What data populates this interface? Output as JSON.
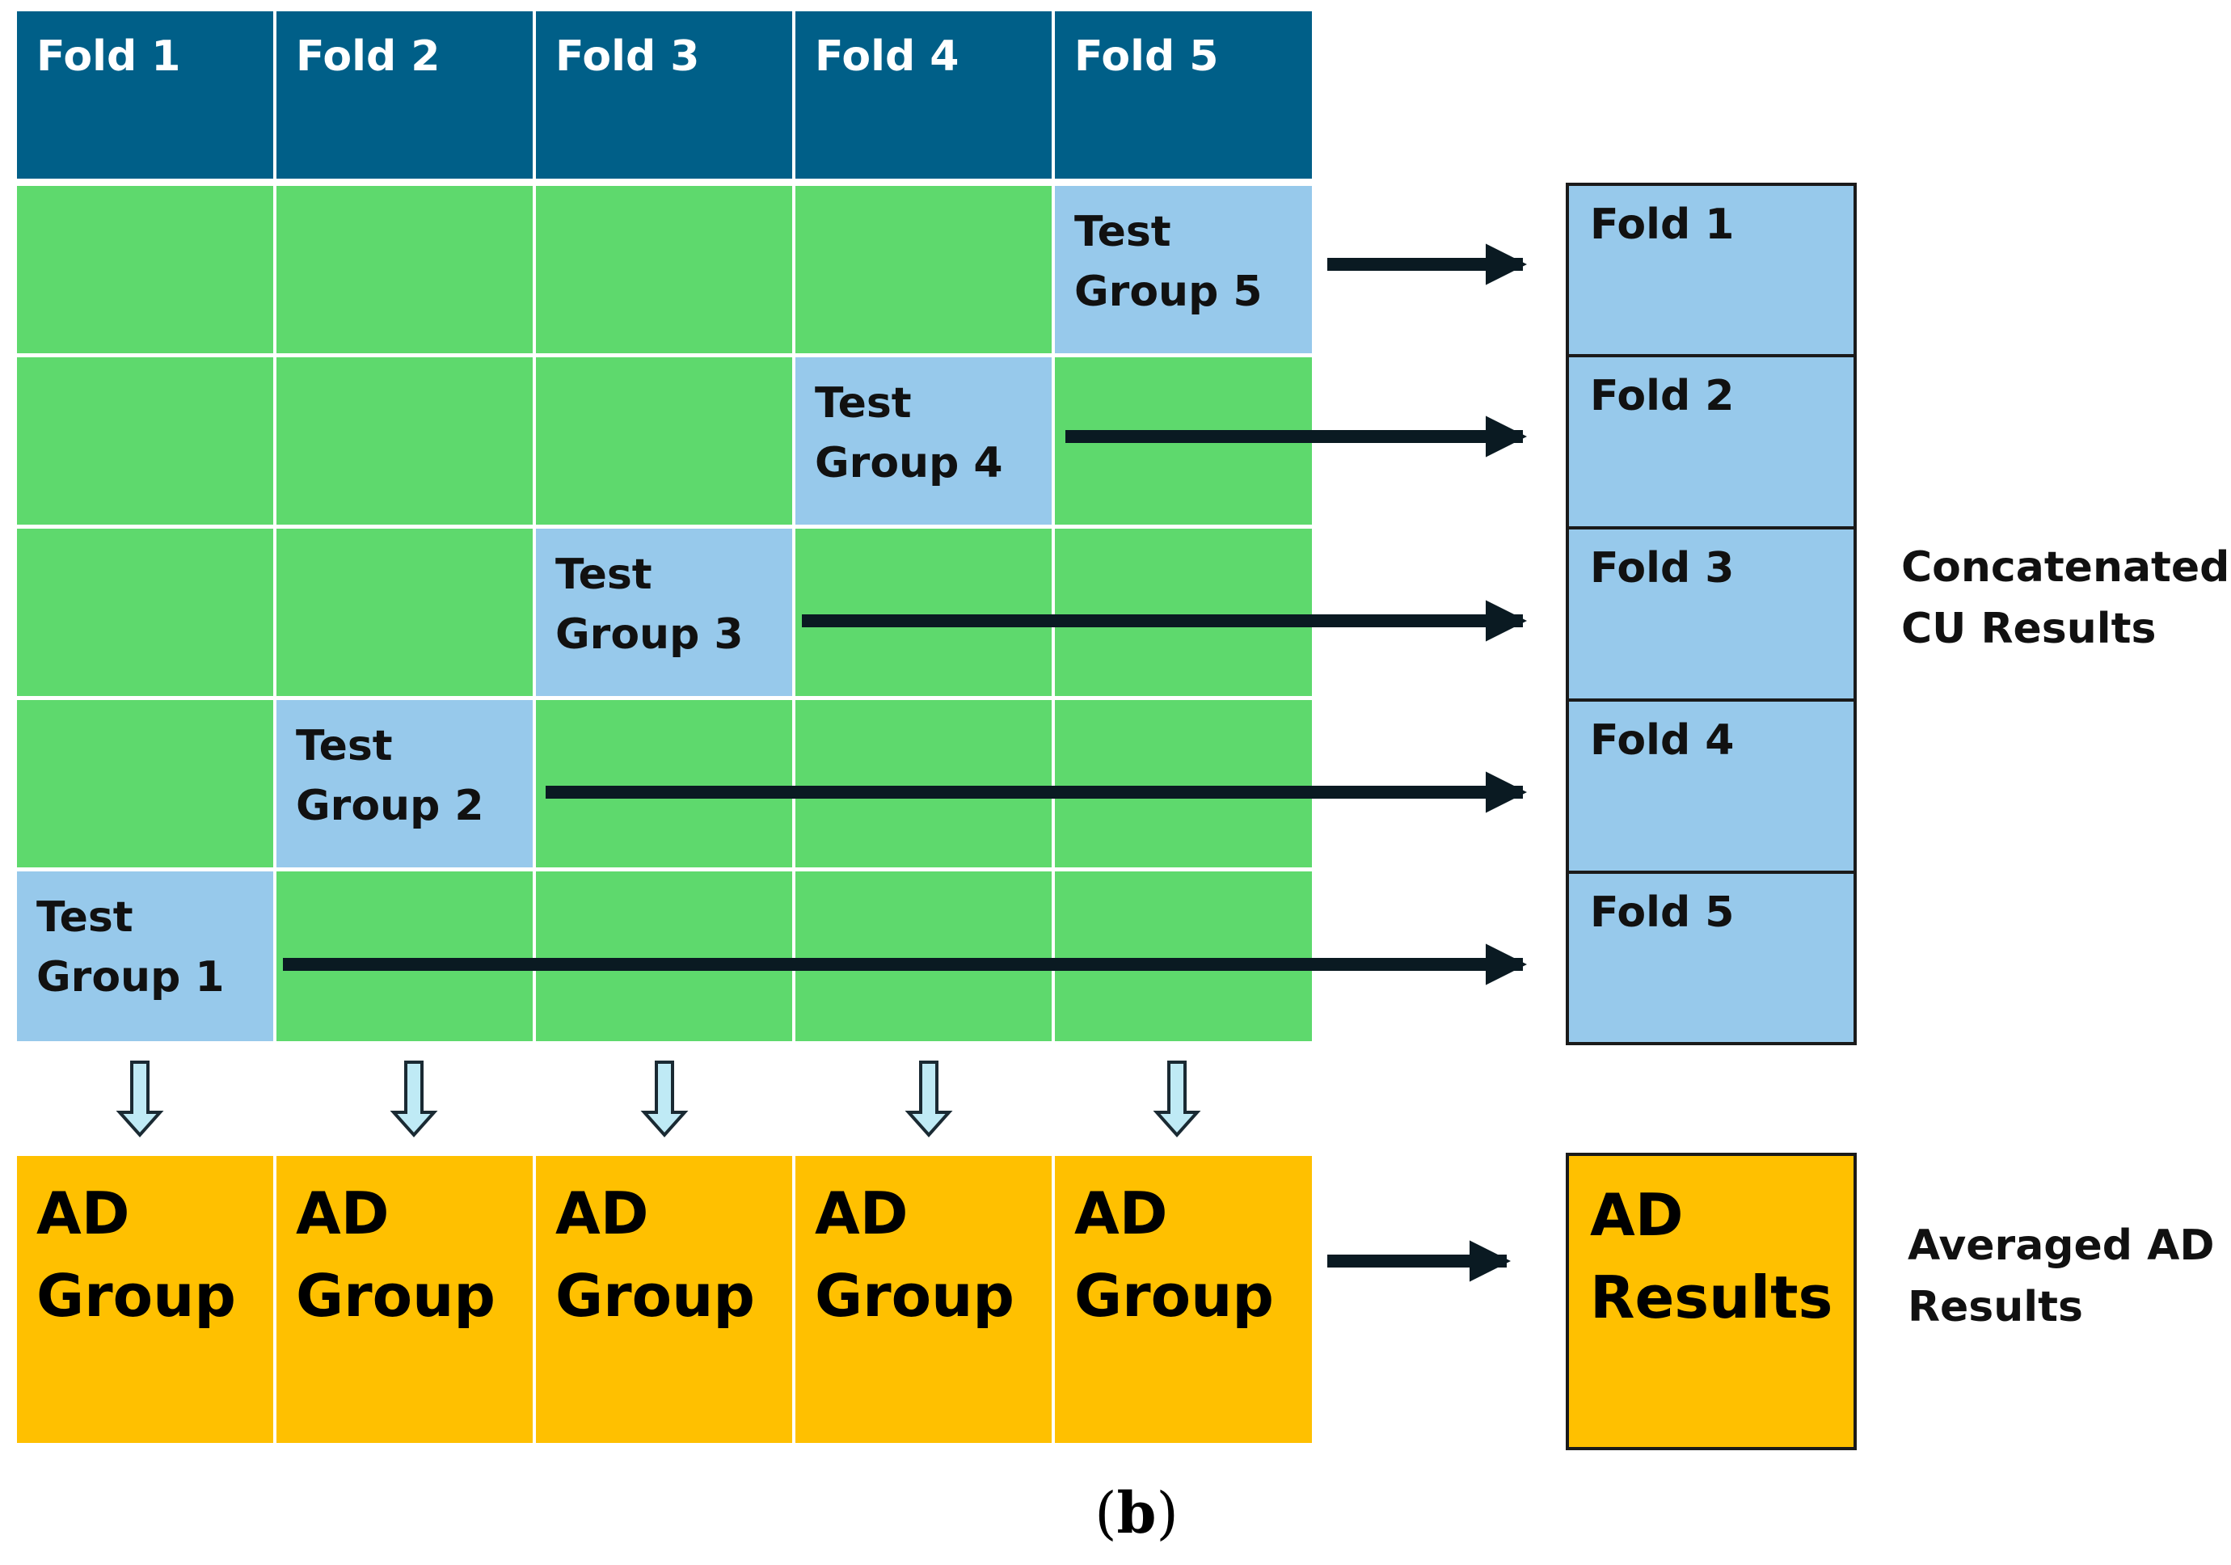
{
  "header": {
    "folds": [
      "Fold 1",
      "Fold 2",
      "Fold 3",
      "Fold 4",
      "Fold 5"
    ]
  },
  "test_groups": [
    {
      "line1": "Test",
      "line2": "Group 1"
    },
    {
      "line1": "Test",
      "line2": "Group 2"
    },
    {
      "line1": "Test",
      "line2": "Group 3"
    },
    {
      "line1": "Test",
      "line2": "Group 4"
    },
    {
      "line1": "Test",
      "line2": "Group 5"
    }
  ],
  "ad_groups": [
    {
      "line1": "AD",
      "line2": "Group"
    },
    {
      "line1": "AD",
      "line2": "Group"
    },
    {
      "line1": "AD",
      "line2": "Group"
    },
    {
      "line1": "AD",
      "line2": "Group"
    },
    {
      "line1": "AD",
      "line2": "Group"
    }
  ],
  "cu_results": {
    "folds": [
      "Fold 1",
      "Fold 2",
      "Fold 3",
      "Fold 4",
      "Fold 5"
    ],
    "label_line1": "Concatenated",
    "label_line2": "CU Results"
  },
  "ad_results": {
    "line1": "AD",
    "line2": "Results",
    "label_line1": "Averaged AD",
    "label_line2": "Results"
  },
  "caption": {
    "open": "(",
    "letter": "b",
    "close": ")"
  },
  "colors": {
    "header": "#005F88",
    "train": "#5ED96D",
    "test": "#97C9EB",
    "ad": "#FFC000",
    "arrow": "#0a1a22"
  }
}
